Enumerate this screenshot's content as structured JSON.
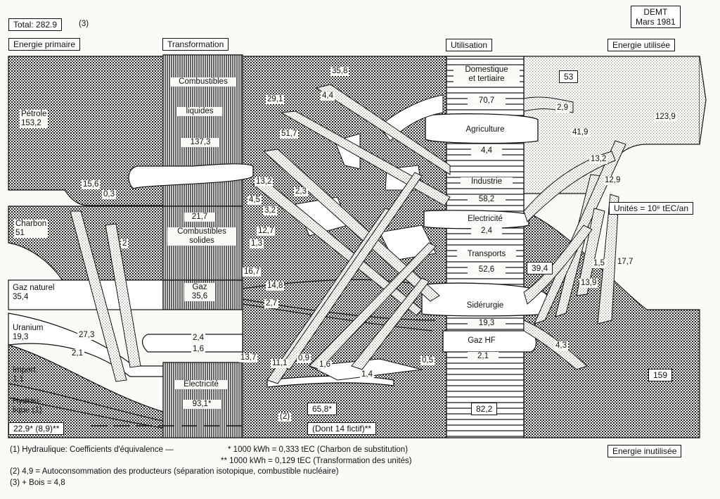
{
  "header": {
    "total_box": "Total: 282.9",
    "total_note": "(3)",
    "demt_line1": "DEMT",
    "demt_line2": "Mars 1981",
    "units_box": "Unités = 10⁶ tEC/an"
  },
  "columns": {
    "primary": "Energie primaire",
    "transformation": "Transformation",
    "utilisation": "Utilisation",
    "useful": "Energie utilisée",
    "unused": "Energie inutilisée"
  },
  "sources": {
    "petrole": "Pétrole",
    "petrole_v": "153,2",
    "charbon": "Charbon",
    "charbon_v": "51",
    "gaz": "Gaz naturel",
    "gaz_v": "35,4",
    "uranium": "Uranium",
    "uranium_v": "19,3",
    "import": "Import.",
    "import_v": "1,1",
    "hydro1": "Hydrau-",
    "hydro2": "lique (1)",
    "hydro_v": "22,9* (8,9)**"
  },
  "transform": {
    "liq1": "Combustibles",
    "liq2": "liquides",
    "liq_v": "137,3",
    "sol_v": "21,7",
    "sol1": "Combustibles",
    "sol2": "solides",
    "gaz": "Gaz",
    "gaz_v": "35,6",
    "elec": "Electricité",
    "elec_v": "93,1*"
  },
  "sectors": {
    "dom1": "Domestique",
    "dom2": "et tertiaire",
    "dom_v": "70,7",
    "agri": "Agriculture",
    "agri_v": "4,4",
    "ind": "Industrie",
    "ind_v": "58,2",
    "elec": "Electricité",
    "elec_v": "2,4",
    "trans": "Transports",
    "trans_v": "52,6",
    "sider": "Sidérurgie",
    "sider_v": "19,3",
    "gazhf": "Gaz HF",
    "gazhf_v": "2,1"
  },
  "flows": {
    "f358": "35,8",
    "f291": "29,1",
    "f44": "4,4",
    "f517": "51,7",
    "f156": "15,6",
    "f03": "0,3",
    "f132a": "13,2",
    "f23": "2,3",
    "f45": "4,5",
    "f32": "3,2",
    "f127": "12,7",
    "f2": "2",
    "f13": "1,3",
    "f167": "16,7",
    "f148": "14,8",
    "f27": "2,7",
    "f273": "27,3",
    "f21": "2,1",
    "f24": "2,4",
    "f16a": "1,6",
    "f137": "13,7",
    "f111": "11,1",
    "f09": "0,9",
    "f16b": "1,6",
    "f14": "1,4",
    "f05": "0,5",
    "f2note": "(2)",
    "f658": "65,8*",
    "fictif": "(Dont 14 fictif)**",
    "f822": "82,2",
    "u53": "53",
    "u29": "2,9",
    "u1239": "123,9",
    "u419": "41,9",
    "u132": "13,2",
    "u129": "12,9",
    "u394": "39,4",
    "u15": "1,5",
    "u177": "17,7",
    "u139": "13,9",
    "u43": "4,3",
    "u159": "159"
  },
  "notes": {
    "n1a": "(1) Hydraulique: Coefficients d'équivalence —",
    "n1b": "* 1000 kWh = 0,333 tEC (Charbon de substitution)",
    "n1c": "** 1000 kWh = 0,129 tEC (Transformation des unités)",
    "n2": "(2) 4,9 = Autoconsommation des producteurs (séparation isotopique, combustible nucléaire)",
    "n3": "(3) + Bois = 4,8"
  }
}
